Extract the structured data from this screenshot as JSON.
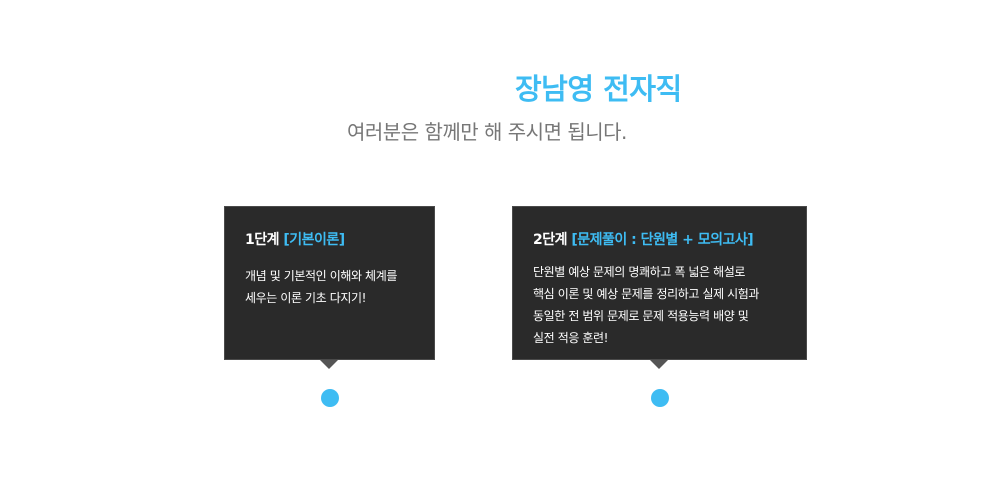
{
  "header": {
    "title": "장남영 전자직",
    "subtitle": "여러분은 함께만 해 주시면 됩니다."
  },
  "steps": [
    {
      "stage": "1단계",
      "name": "[기본이론]",
      "lines": [
        "개념 및 기본적인 이해와 체계를",
        "세우는 이론 기초 다지기!"
      ]
    },
    {
      "stage": "2단계",
      "name": "[문제풀이 : 단원별 + 모의고사]",
      "lines": [
        "단원별 예상 문제의 명쾌하고 폭 넓은 해설로",
        "핵심 이론 및 예상 문제를 정리하고 실제 시험과",
        "동일한 전 범위 문제로 문제 적용능력 배양 및",
        "실전 적응 훈련!"
      ]
    }
  ],
  "colors": {
    "accent": "#3ebcf3",
    "card_background": "#2a2a2a",
    "subtitle": "#777777"
  }
}
